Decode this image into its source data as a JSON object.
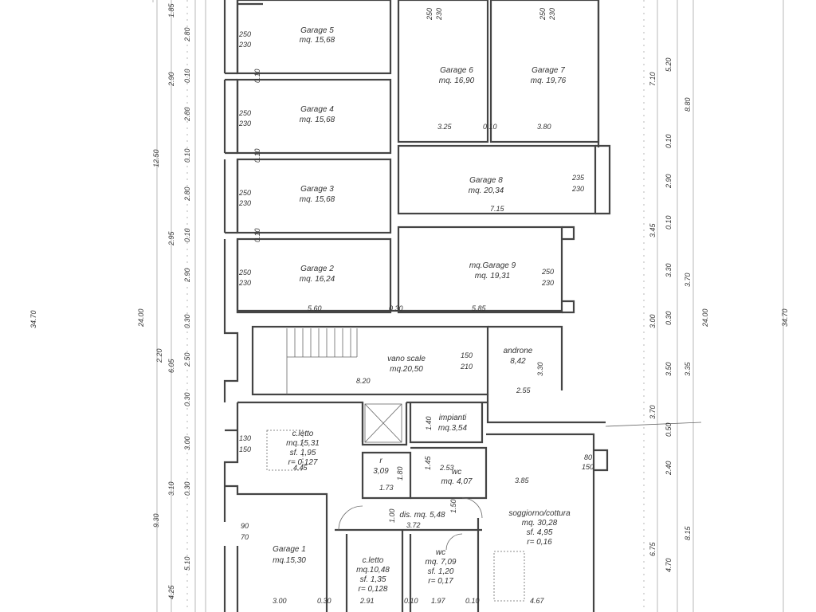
{
  "rooms": {
    "garage5": {
      "name": "Garage 5",
      "area": "mq. 15,68",
      "door_h": "250",
      "door_w": "230"
    },
    "garage4": {
      "name": "Garage 4",
      "area": "mq. 15,68",
      "door_h": "250",
      "door_w": "230"
    },
    "garage3": {
      "name": "Garage 3",
      "area": "mq. 15,68",
      "door_h": "250",
      "door_w": "230"
    },
    "garage2": {
      "name": "Garage 2",
      "area": "mq. 16,24",
      "door_h": "250",
      "door_w": "230"
    },
    "garage6": {
      "name": "Garage 6",
      "area": "mq. 16,90",
      "door_h": "250",
      "door_w": "230"
    },
    "garage7": {
      "name": "Garage 7",
      "area": "mq. 19,76",
      "door_h": "250",
      "door_w": "230"
    },
    "garage8": {
      "name": "Garage 8",
      "area": "mq. 20,34",
      "door_h": "235",
      "door_w": "230"
    },
    "garage9": {
      "name": "mq.Garage 9",
      "area": "mq. 19,31",
      "door_h": "250",
      "door_w": "230"
    },
    "vano_scale": {
      "name": "vano scale",
      "area": "mq.20,50",
      "door_h": "150",
      "door_w": "210"
    },
    "androne": {
      "name": "androne",
      "area": "8,42"
    },
    "impianti": {
      "name": "impianti",
      "area": "mq.3,54"
    },
    "cletto1": {
      "name": "c.letto",
      "area": "mq.15,31",
      "sf": "sf. 1,95",
      "r": "r= 0,127",
      "win_h": "130",
      "win_w": "150"
    },
    "r_room": {
      "name": "r",
      "area": "3,09"
    },
    "wc1": {
      "name": "wc",
      "area": "mq. 4,07"
    },
    "dis": {
      "name": "dis. mq. 5,48"
    },
    "soggiorno": {
      "name": "soggiorno/cottura",
      "area": "mq. 30,28",
      "sf": "sf. 4,95",
      "r": "r= 0,16",
      "win_h": "80",
      "win_w": "150"
    },
    "garage1": {
      "name": "Garage 1",
      "area": "mq.15,30",
      "win_h": "90",
      "win_w": "70"
    },
    "cletto2": {
      "name": "c.letto",
      "area": "mq.10,48",
      "sf": "sf. 1,35",
      "r": "r= 0,128"
    },
    "wc2": {
      "name": "wc",
      "area": "mq. 7,09",
      "sf": "sf. 1,20",
      "r": "r= 0,17"
    }
  },
  "dims": {
    "left_outer": [
      "34.70",
      "24.00",
      "9.30"
    ],
    "left_mid": [
      "12.50",
      "6.05",
      "3.10",
      "4.25"
    ],
    "left_inner": [
      "1.85",
      "2.90",
      "2.95",
      "2.20",
      "2.50"
    ],
    "left_segments": [
      "2.80",
      "0.10",
      "2.80",
      "0.10",
      "2.80",
      "0.10",
      "2.90",
      "0.30",
      "0.30",
      "3.00",
      "0.30",
      "5.10"
    ],
    "right_outer": [
      "34.70",
      "24.00"
    ],
    "right_mid": [
      "7.10",
      "3.45",
      "3.00",
      "3.70",
      "6.75"
    ],
    "right_inner": [
      "5.20",
      "8.80",
      "0.10",
      "2.90",
      "0.10",
      "3.30",
      "3.70",
      "0.30",
      "3.50",
      "3.35",
      "0.50",
      "2.40",
      "8.15",
      "4.70"
    ],
    "horizontal": [
      "3.25",
      "0.10",
      "3.80",
      "7.15",
      "5.60",
      "0.30",
      "5.85",
      "8.20",
      "2.55",
      "4.45",
      "3.85",
      "1.73",
      "2.53",
      "3.72",
      "3.00",
      "0.30",
      "2.91",
      "0.10",
      "1.97",
      "0.10",
      "4.67"
    ],
    "vertical": [
      "3.30",
      "1.40",
      "1.45",
      "1.80",
      "1.00",
      "1.50"
    ]
  }
}
